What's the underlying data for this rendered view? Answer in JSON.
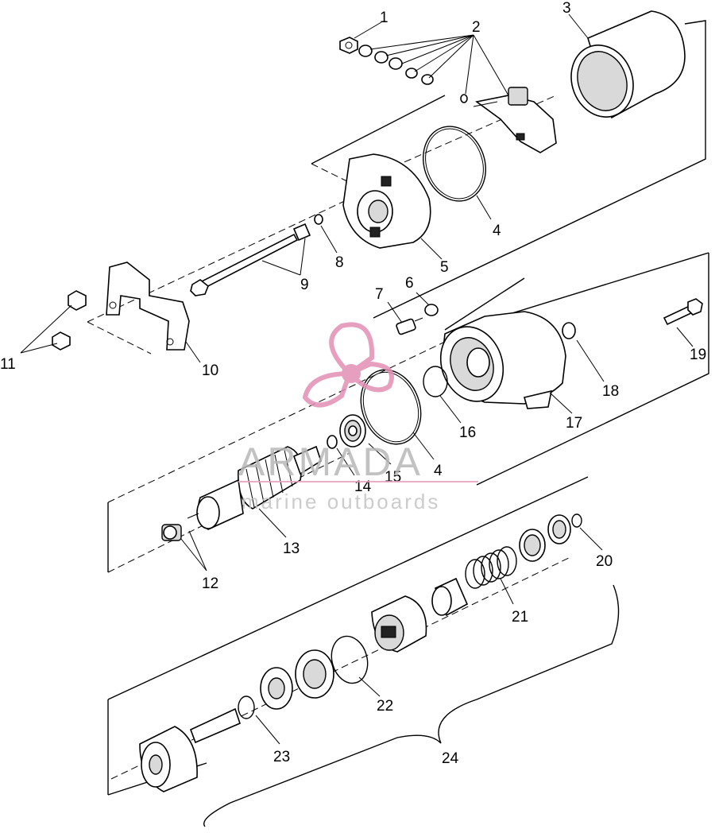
{
  "diagram": {
    "callouts": [
      "1",
      "2",
      "3",
      "4",
      "5",
      "8",
      "9",
      "11",
      "10",
      "7",
      "6",
      "19",
      "18",
      "17",
      "16",
      "15",
      "4",
      "14",
      "13",
      "12",
      "20",
      "21",
      "22",
      "23",
      "24"
    ]
  },
  "watermark": {
    "brand": "ARMADA",
    "tagline": "marine outboards",
    "colors": {
      "logo": "#e38fb4",
      "text": "#b0b0b0",
      "rule": "#e8a0c0"
    }
  }
}
